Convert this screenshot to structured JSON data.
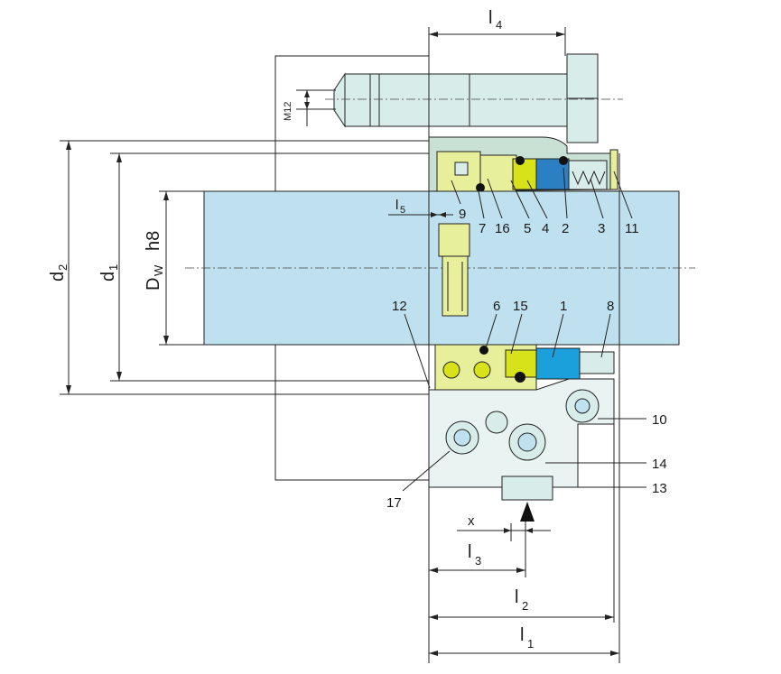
{
  "colors": {
    "shaft": "#bfe0ee",
    "housing": "#e9f3f1",
    "metal": "#d5e8dd",
    "yellow_green": "#e8ef9a",
    "seal_yellow": "#d8e21a",
    "ring_blue": "#1ba0dc",
    "ring_cyan": "#4ec4e8",
    "bolt": "#d8ece9",
    "line": "#1a1a1a"
  },
  "dimensions": {
    "l4": {
      "main": "l",
      "sub": "4"
    },
    "l5": {
      "main": "l",
      "sub": "5"
    },
    "l3": {
      "main": "l",
      "sub": "3"
    },
    "l2": {
      "main": "l",
      "sub": "2"
    },
    "l1": {
      "main": "l",
      "sub": "1"
    },
    "d2": {
      "main": "d",
      "sub": "2"
    },
    "d1": {
      "main": "d",
      "sub": "1"
    },
    "dw": {
      "main": "D",
      "sub": "W",
      "suffix": "h8"
    },
    "m12": "M12",
    "x": "x"
  },
  "part_labels": {
    "p9": "9",
    "p7": "7",
    "p16": "16",
    "p5": "5",
    "p4": "4",
    "p2": "2",
    "p3": "3",
    "p11": "11",
    "p12": "12",
    "p6": "6",
    "p15": "15",
    "p1": "1",
    "p8": "8",
    "p10": "10",
    "p14": "14",
    "p13": "13",
    "p17": "17"
  }
}
